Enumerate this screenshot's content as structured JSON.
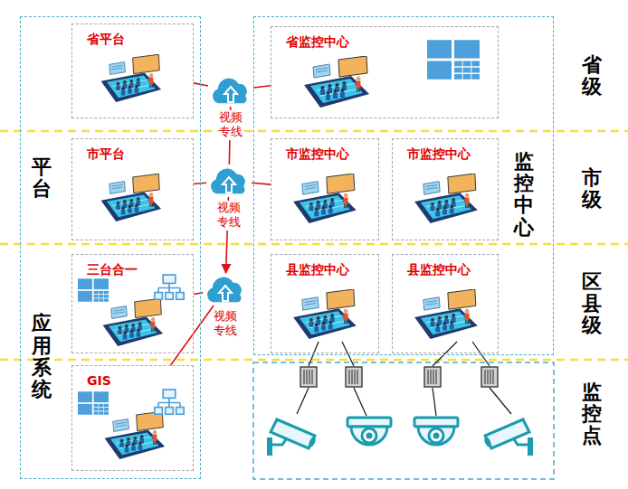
{
  "diagram": {
    "nodes": [
      {
        "text": [
          "平台",
          "应用系统"
        ]
      },
      {
        "text": [
          "省平台"
        ],
        "in": 0
      },
      {
        "text": [
          "市平台"
        ],
        "in": 0
      },
      {
        "text": [
          "三台合一"
        ],
        "in": 0
      },
      {
        "text": [
          "GIS"
        ],
        "in": 0
      },
      {
        "text": [
          "视频专线"
        ]
      },
      {
        "text": [
          "视频专线"
        ]
      },
      {
        "text": [
          "视频专线"
        ]
      },
      {
        "text": [
          "监控中心"
        ]
      },
      {
        "text": [
          "省监控中心"
        ],
        "in": 8
      },
      {
        "text": [
          "市监控中心"
        ],
        "in": 8
      },
      {
        "text": [
          "市监控中心"
        ],
        "in": 8
      },
      {
        "text": [
          "县监控中心"
        ],
        "in": 8
      },
      {
        "text": [
          "县监控中心"
        ],
        "in": 8
      }
    ],
    "edges": [
      {
        "from": 1,
        "to": 5,
        "arrow": "none"
      },
      {
        "from": 5,
        "to": 9,
        "arrow": "none"
      },
      {
        "from": 5,
        "to": 6,
        "arrow": "none"
      },
      {
        "from": 6,
        "to": 2,
        "arrow": "none"
      },
      {
        "from": 6,
        "to": 10,
        "arrow": "none"
      },
      {
        "from": 6,
        "to": 7,
        "arrow": "to"
      },
      {
        "from": 7,
        "to": 3,
        "arrow": "none"
      },
      {
        "from": 7,
        "to": 4,
        "arrow": "none"
      }
    ],
    "labels": [
      "省级",
      "市级",
      "区县级",
      "监控点"
    ]
  }
}
